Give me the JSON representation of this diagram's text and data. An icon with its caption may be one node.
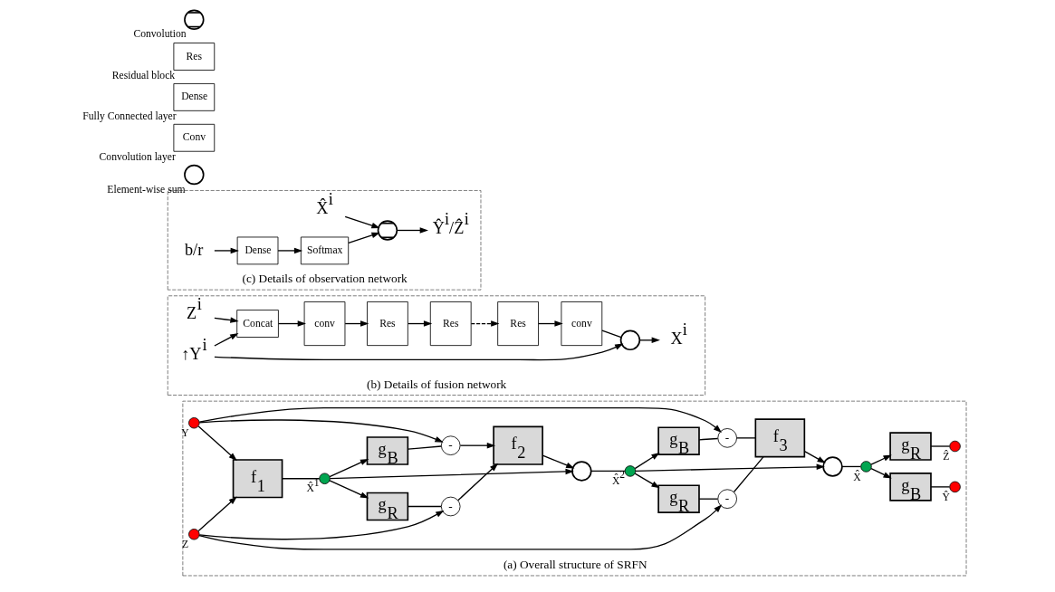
{
  "diagram": {
    "nodes": [
      {
        "text": [
          "(a) Overall structure of SRFN"
        ]
      },
      {
        "text": [],
        "shape": "circle",
        "beside": [
          "Y"
        ],
        "in": 0
      },
      {
        "text": [],
        "shape": "circle",
        "beside": [
          "Z"
        ],
        "in": 0
      },
      {
        "text": [
          "f$_{1}$"
        ],
        "in": 0
      },
      {
        "text": [],
        "shape": "circle",
        "beside": [
          "X̂$^{1}$"
        ],
        "in": 0
      },
      {
        "text": [
          "g$_{B}$"
        ],
        "in": 0
      },
      {
        "text": [
          "g$_{R}$"
        ],
        "in": 0
      },
      {
        "text": [
          "-"
        ],
        "in": 0
      },
      {
        "text": [
          "-"
        ],
        "in": 0
      },
      {
        "text": [
          "f$_{2}$"
        ],
        "in": 0
      },
      {
        "text": [],
        "shape": "circle",
        "in": 0
      },
      {
        "text": [],
        "shape": "circle",
        "beside": [
          "X̂$^{2}$"
        ],
        "in": 0
      },
      {
        "text": [
          "g$_{B}$"
        ],
        "in": 0
      },
      {
        "text": [
          "g$_{R}$"
        ],
        "in": 0
      },
      {
        "text": [
          "-"
        ],
        "in": 0
      },
      {
        "text": [
          "-"
        ],
        "in": 0
      },
      {
        "text": [
          "f$_{3}$"
        ],
        "in": 0
      },
      {
        "text": [],
        "shape": "circle",
        "in": 0
      },
      {
        "text": [],
        "shape": "circle",
        "beside": [
          "X̂"
        ],
        "in": 0
      },
      {
        "text": [
          "g$_{B}$"
        ],
        "in": 0
      },
      {
        "text": [
          "g$_{R}$"
        ],
        "in": 0
      },
      {
        "text": [],
        "shape": "circle",
        "beside": [
          "Ŷ"
        ],
        "in": 0
      },
      {
        "text": [],
        "shape": "circle",
        "beside": [
          "Ẑ"
        ],
        "in": 0
      },
      {
        "text": [
          "(b) Details of fusion network"
        ]
      },
      {
        "text": [
          "↑Y$^{i}$"
        ],
        "in": 23
      },
      {
        "text": [
          "Z$^{i}$"
        ],
        "in": 23
      },
      {
        "text": [
          "Concat"
        ],
        "in": 23
      },
      {
        "text": [
          "conv"
        ],
        "in": 23
      },
      {
        "text": [
          "Res"
        ],
        "in": 23
      },
      {
        "text": [
          "Res"
        ],
        "in": 23
      },
      {
        "text": [
          "Res"
        ],
        "in": 23
      },
      {
        "text": [
          "conv"
        ],
        "in": 23
      },
      {
        "text": [],
        "shape": "circle",
        "in": 23
      },
      {
        "text": [
          "X$^{i}$"
        ],
        "in": 23
      },
      {
        "text": [
          "(c) Details of observation network"
        ]
      },
      {
        "text": [
          "b/r"
        ],
        "in": 34
      },
      {
        "text": [
          "Dense"
        ],
        "in": 34
      },
      {
        "text": [
          "Softmax"
        ],
        "in": 34
      },
      {
        "text": [],
        "shape": "circle",
        "in": 34
      },
      {
        "text": [
          "X̂$^{i}$"
        ],
        "in": 34
      },
      {
        "text": [
          "Ŷ$^{i}$/Ẑ$^{i}$"
        ],
        "in": 34
      },
      {
        "text": [],
        "shape": "circle",
        "beside": [
          "Element-wise sum"
        ]
      },
      {
        "text": [
          "Conv"
        ],
        "beside": [
          "Convolution layer"
        ]
      },
      {
        "text": [
          "Dense"
        ],
        "beside": [
          "Fully Connected layer"
        ]
      },
      {
        "text": [
          "Res"
        ],
        "beside": [
          "Residual block"
        ]
      },
      {
        "text": [],
        "shape": "circle",
        "beside": [
          "Convolution"
        ]
      }
    ],
    "edges": [
      {
        "from": 1,
        "to": 3,
        "arrow": "to"
      },
      {
        "from": 2,
        "to": 3,
        "arrow": "to"
      },
      {
        "from": 1,
        "to": 7,
        "arrow": "to"
      },
      {
        "from": 1,
        "to": 14,
        "arrow": "to"
      },
      {
        "from": 2,
        "to": 8,
        "arrow": "to"
      },
      {
        "from": 2,
        "to": 15,
        "arrow": "to"
      },
      {
        "from": 3,
        "to": 4,
        "arrow": "none"
      },
      {
        "from": 4,
        "to": 5,
        "arrow": "to"
      },
      {
        "from": 4,
        "to": 6,
        "arrow": "to"
      },
      {
        "from": 4,
        "to": 10,
        "arrow": "to"
      },
      {
        "from": 5,
        "to": 7,
        "arrow": "none"
      },
      {
        "from": 6,
        "to": 8,
        "arrow": "none"
      },
      {
        "from": 7,
        "to": 9,
        "arrow": "to"
      },
      {
        "from": 8,
        "to": 9,
        "arrow": "to"
      },
      {
        "from": 9,
        "to": 10,
        "arrow": "to"
      },
      {
        "from": 10,
        "to": 11,
        "arrow": "none"
      },
      {
        "from": 11,
        "to": 12,
        "arrow": "to"
      },
      {
        "from": 11,
        "to": 13,
        "arrow": "to"
      },
      {
        "from": 11,
        "to": 17,
        "arrow": "to"
      },
      {
        "from": 12,
        "to": 14,
        "arrow": "none"
      },
      {
        "from": 13,
        "to": 15,
        "arrow": "none"
      },
      {
        "from": 14,
        "to": 16,
        "arrow": "none"
      },
      {
        "from": 15,
        "to": 16,
        "arrow": "none"
      },
      {
        "from": 16,
        "to": 17,
        "arrow": "to"
      },
      {
        "from": 17,
        "to": 18,
        "arrow": "none"
      },
      {
        "from": 18,
        "to": 19,
        "arrow": "to"
      },
      {
        "from": 18,
        "to": 20,
        "arrow": "to"
      },
      {
        "from": 19,
        "to": 21,
        "arrow": "none"
      },
      {
        "from": 20,
        "to": 22,
        "arrow": "none"
      },
      {
        "from": 24,
        "to": 26,
        "arrow": "to"
      },
      {
        "from": 25,
        "to": 26,
        "arrow": "to"
      },
      {
        "from": 26,
        "to": 27,
        "arrow": "to"
      },
      {
        "from": 27,
        "to": 28,
        "arrow": "to"
      },
      {
        "from": 28,
        "to": 29,
        "arrow": "to"
      },
      {
        "from": 29,
        "to": 30,
        "arrow": "to",
        "style": "dashed"
      },
      {
        "from": 30,
        "to": 31,
        "arrow": "to"
      },
      {
        "from": 31,
        "to": 32,
        "arrow": "none"
      },
      {
        "from": 24,
        "to": 32,
        "arrow": "to"
      },
      {
        "from": 32,
        "to": 33,
        "arrow": "to"
      },
      {
        "from": 35,
        "to": 36,
        "arrow": "to"
      },
      {
        "from": 36,
        "to": 37,
        "arrow": "to"
      },
      {
        "from": 37,
        "to": 38,
        "arrow": "to"
      },
      {
        "from": 39,
        "to": 38,
        "arrow": "to"
      },
      {
        "from": 38,
        "to": 40,
        "arrow": "to"
      }
    ]
  }
}
